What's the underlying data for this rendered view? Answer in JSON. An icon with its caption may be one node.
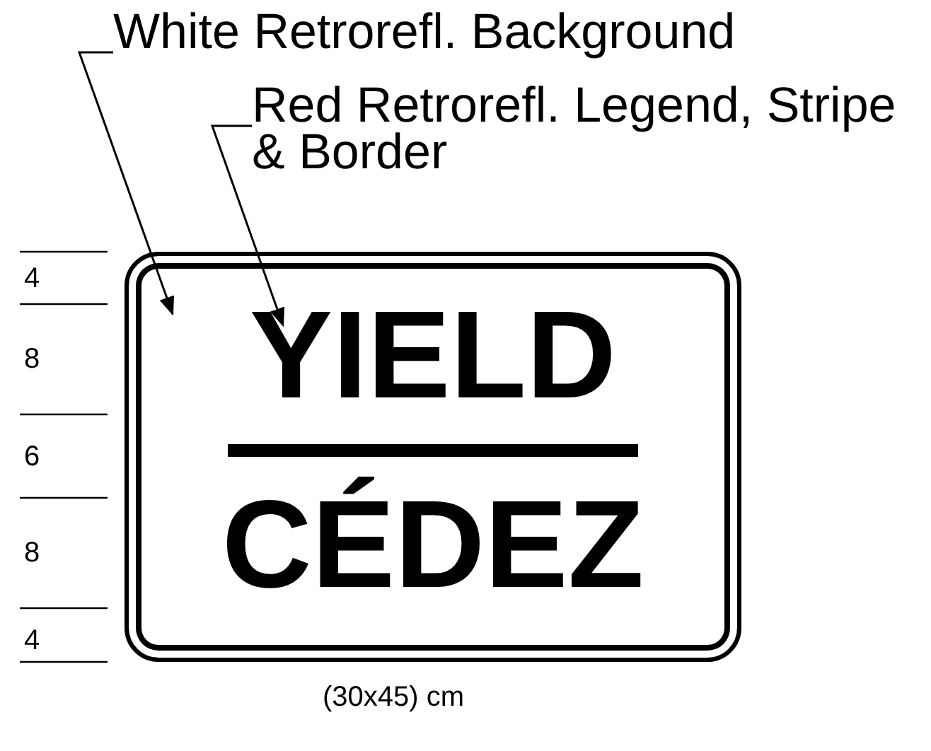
{
  "diagram": {
    "nodes": [
      {
        "text": [
          "White Retrorefl. Background"
        ]
      },
      {
        "text": [
          "Red Retrorefl. Legend, Stripe & Border"
        ]
      },
      {
        "text": [
          "YIELD",
          "CÉDEZ"
        ],
        "beside": [
          "(30x45) cm"
        ]
      }
    ],
    "edges": [
      {
        "from": 0,
        "to": 2,
        "arrow": "to"
      },
      {
        "from": 1,
        "to": 2,
        "arrow": "to"
      }
    ],
    "labels": [
      "4",
      "8",
      "6",
      "8",
      "4"
    ]
  }
}
